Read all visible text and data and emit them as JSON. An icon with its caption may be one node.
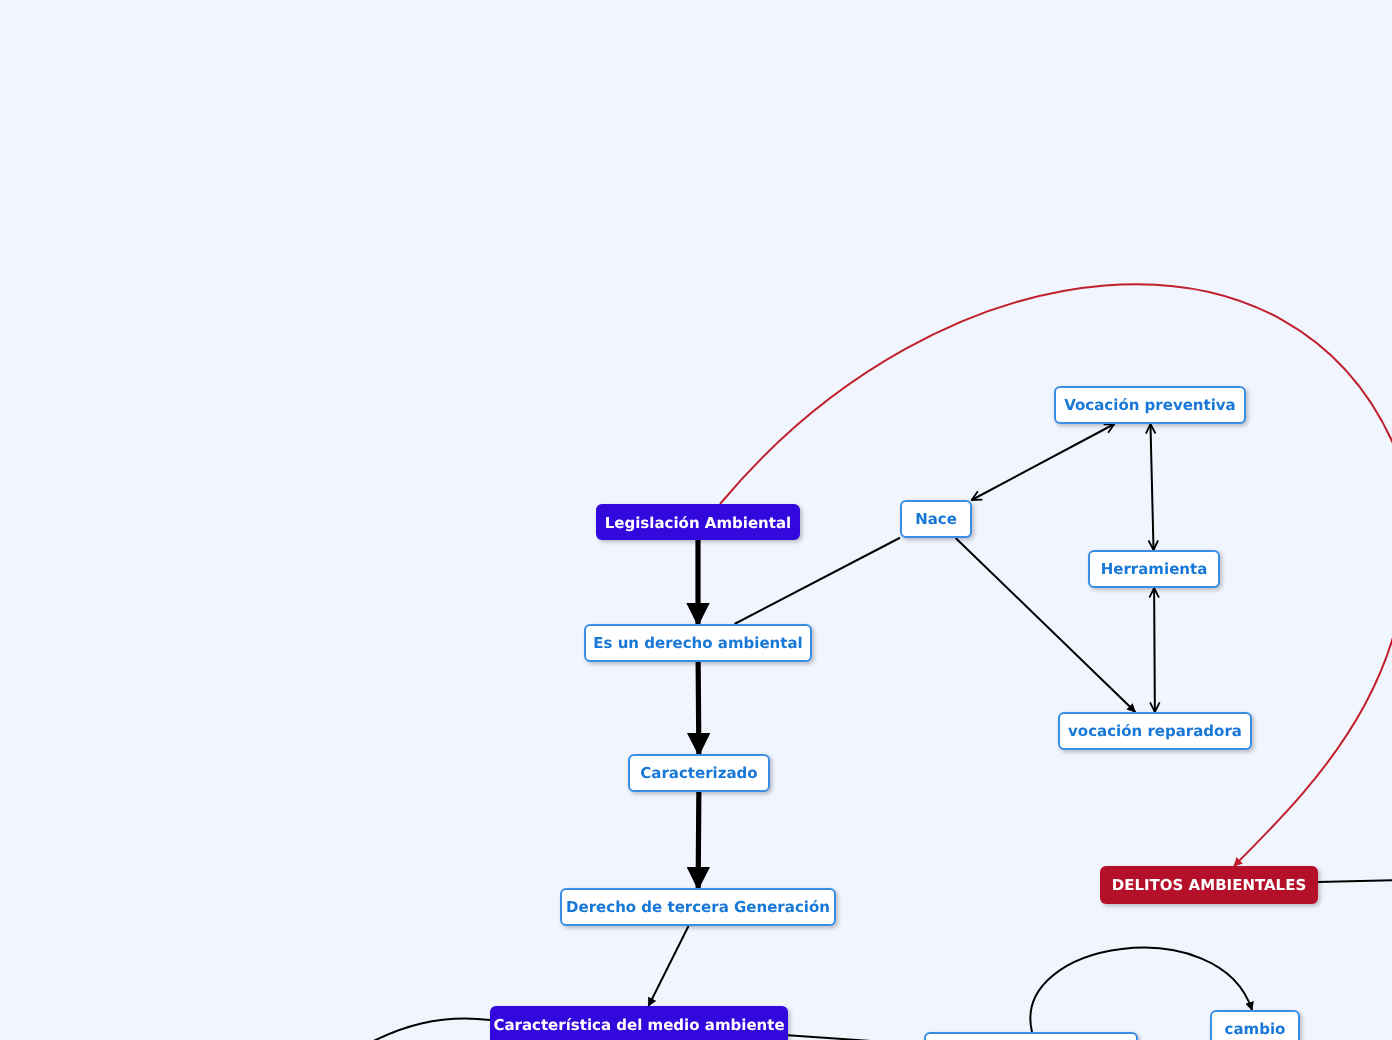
{
  "diagram": {
    "nodes": [
      {
        "text": [
          "Legislación Ambiental"
        ]
      },
      {
        "text": [
          "Es un derecho ambiental"
        ]
      },
      {
        "text": [
          "Nace"
        ]
      },
      {
        "text": [
          "Vocación preventiva"
        ]
      },
      {
        "text": [
          "Herramienta"
        ]
      },
      {
        "text": [
          "vocación reparadora"
        ]
      },
      {
        "text": [
          "Caracterizado"
        ]
      },
      {
        "text": [
          "Derecho de tercera Generación"
        ]
      },
      {
        "text": [
          "Característica del medio ambiente"
        ]
      },
      {
        "text": [
          "DELITOS AMBIENTALES"
        ]
      },
      {
        "text": [],
        "shape": "box"
      },
      {
        "text": [
          "cambio"
        ]
      }
    ],
    "edges": [
      {
        "from": 0,
        "to": 1,
        "arrow": "to",
        "style": "thick"
      },
      {
        "from": 1,
        "to": 2,
        "arrow": "none"
      },
      {
        "from": 2,
        "to": 3,
        "arrow": "both"
      },
      {
        "from": 2,
        "to": 5,
        "arrow": "to"
      },
      {
        "from": 3,
        "to": 4,
        "arrow": "both"
      },
      {
        "from": 4,
        "to": 5,
        "arrow": "both"
      },
      {
        "from": 1,
        "to": 6,
        "arrow": "to",
        "style": "thick"
      },
      {
        "from": 6,
        "to": 7,
        "arrow": "to",
        "style": "thick"
      },
      {
        "from": 7,
        "to": 8,
        "arrow": "to"
      },
      {
        "from": 8,
        "to": 10,
        "arrow": "to"
      },
      {
        "from": 10,
        "to": 11,
        "arrow": "to"
      },
      {
        "from": 0,
        "to": 9,
        "arrow": "to",
        "color": "#c0202c"
      },
      {
        "from": 9,
        "to": null,
        "arrow": "none"
      },
      {
        "from": 8,
        "to": null,
        "arrow": "none"
      }
    ]
  }
}
